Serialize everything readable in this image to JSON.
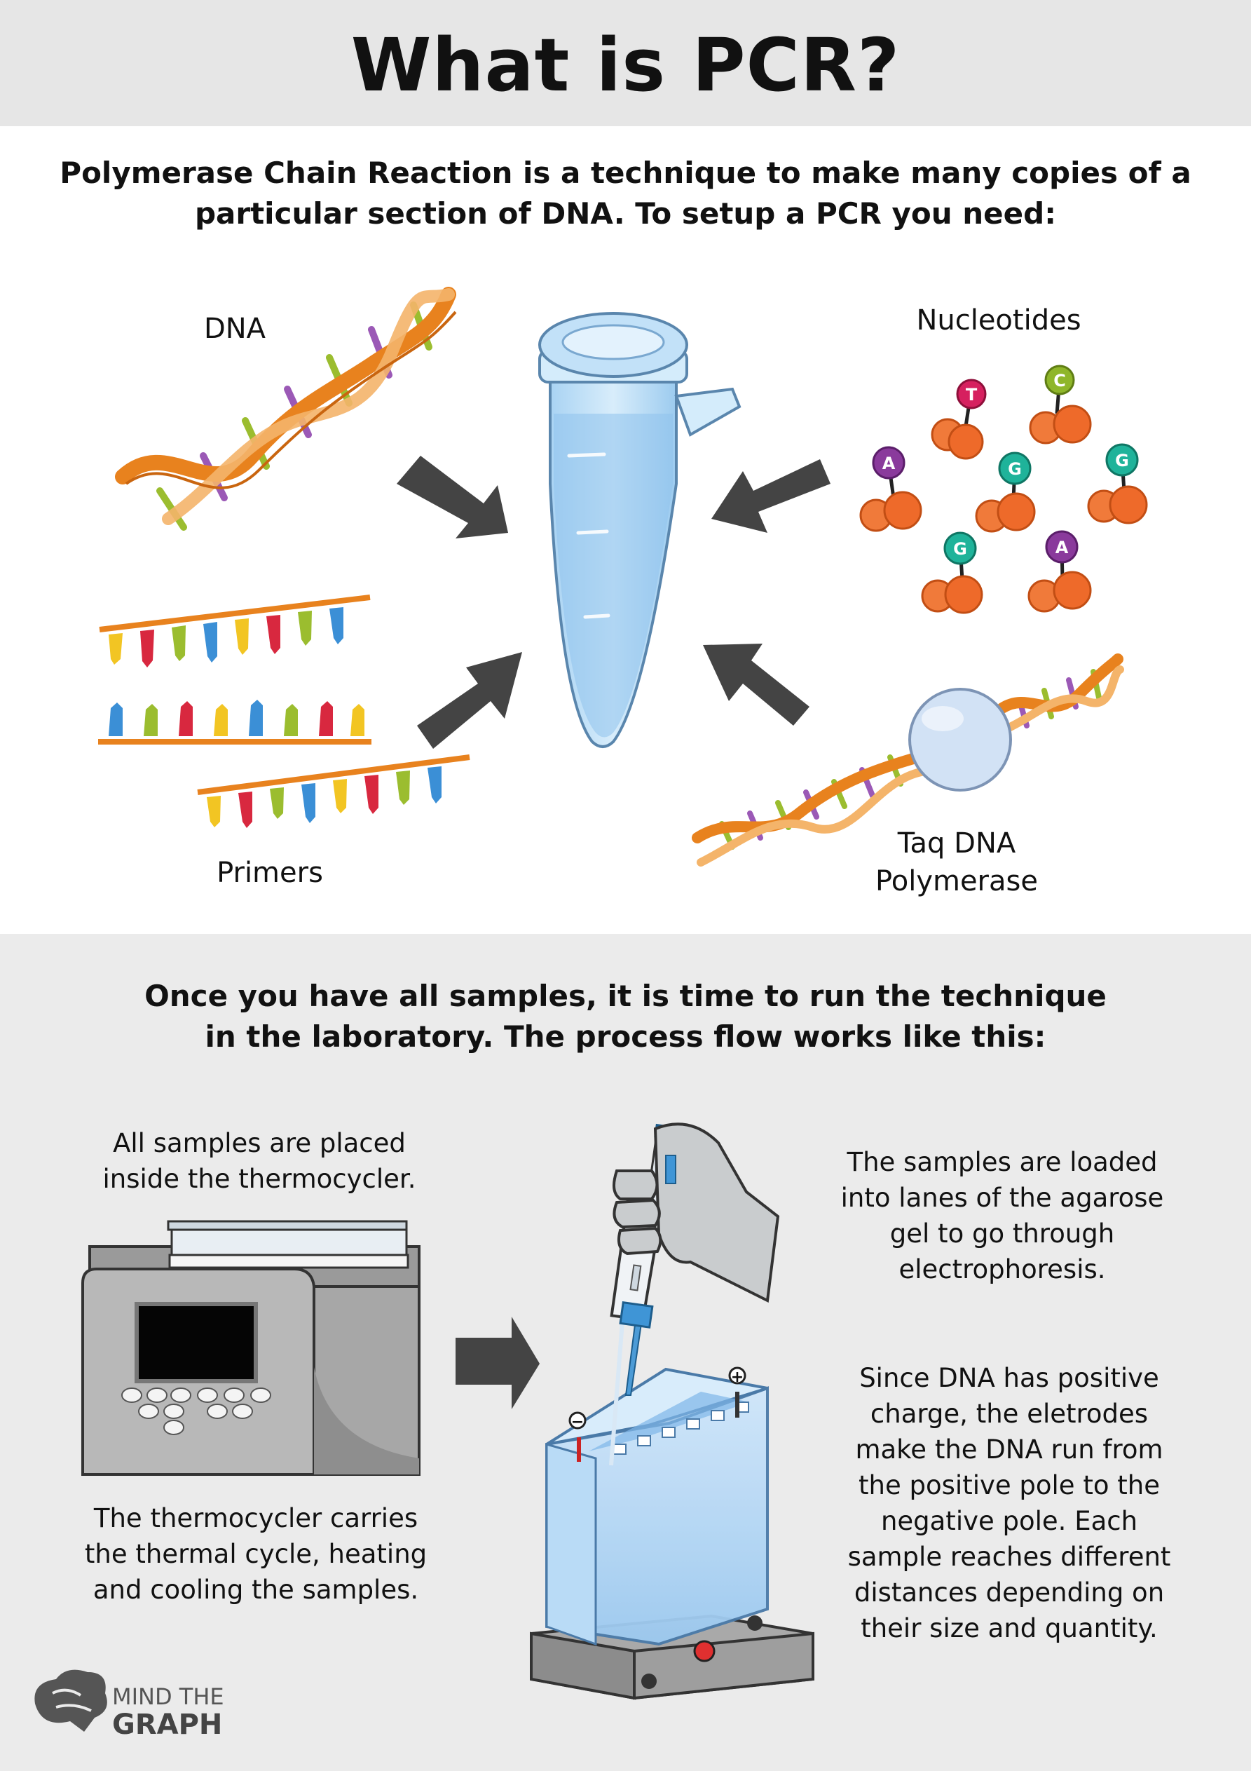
{
  "title": "What is PCR?",
  "intro": {
    "line1": "Polymerase Chain Reaction is a technique to make many copies of a",
    "line2": "particular section of DNA. To setup a PCR you need:"
  },
  "ingredients": {
    "dna": "DNA",
    "nucleotides": "Nucleotides",
    "primers": "Primers",
    "taq_line1": "Taq DNA",
    "taq_line2": "Polymerase"
  },
  "nucleotide_letters": [
    "T",
    "C",
    "A",
    "G",
    "G",
    "G",
    "A"
  ],
  "process_intro": {
    "line1": "Once you have all samples, it is time to run the technique",
    "line2": "in the laboratory. The process flow works like this:"
  },
  "steps": {
    "placed_line1": "All samples are placed",
    "placed_line2": "inside the thermocycler.",
    "cycler_line1": "The thermocycler carries",
    "cycler_line2": "the thermal cycle, heating",
    "cycler_line3": "and cooling the samples.",
    "loaded_line1": "The samples are loaded",
    "loaded_line2": "into lanes of the agarose",
    "loaded_line3": "gel to go through",
    "loaded_line4": "electrophoresis.",
    "charge_line1": "Since DNA has positive",
    "charge_line2": "charge, the eletrodes",
    "charge_line3": "make the DNA run from",
    "charge_line4": "the positive pole to the",
    "charge_line5": "negative pole. Each",
    "charge_line6": "sample reaches different",
    "charge_line7": "distances depending on",
    "charge_line8": "their size and quantity."
  },
  "electrodes": {
    "minus": "−",
    "plus": "+"
  },
  "logo": {
    "line1": "MIND THE",
    "line2": "GRAPH"
  },
  "colors": {
    "dna_backbone": "#e8821e",
    "base_purple": "#9b59b6",
    "base_green": "#9bbd2f",
    "base_blue": "#3b8fd6",
    "base_red": "#d8283f",
    "base_yellow": "#f2c523",
    "tube": "#bfe0f7",
    "arrow": "#444444",
    "nuc_orange": "#f07a3a",
    "nuc_magenta": "#d6205f",
    "nuc_lime": "#8fb62a",
    "nuc_purple": "#8a3a9c",
    "nuc_teal": "#1fb39a"
  }
}
